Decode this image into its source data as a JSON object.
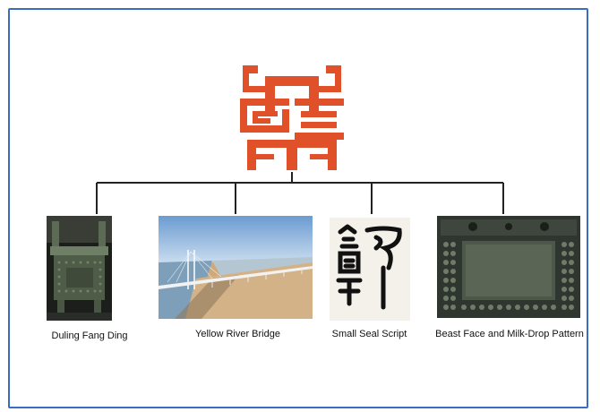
{
  "diagram": {
    "logo_icon": "ding-vessel-logo-icon",
    "accent_color": "#e0512a",
    "line_color": "#222222",
    "items": [
      {
        "label": "Duling Fang Ding",
        "icon": "bronze-ding-photo"
      },
      {
        "label": "Yellow River Bridge",
        "icon": "bridge-photo"
      },
      {
        "label": "Small Seal Script",
        "icon": "seal-script-glyph"
      },
      {
        "label": "Beast Face and Milk-Drop Pattern",
        "icon": "bronze-pattern-photo"
      }
    ]
  }
}
